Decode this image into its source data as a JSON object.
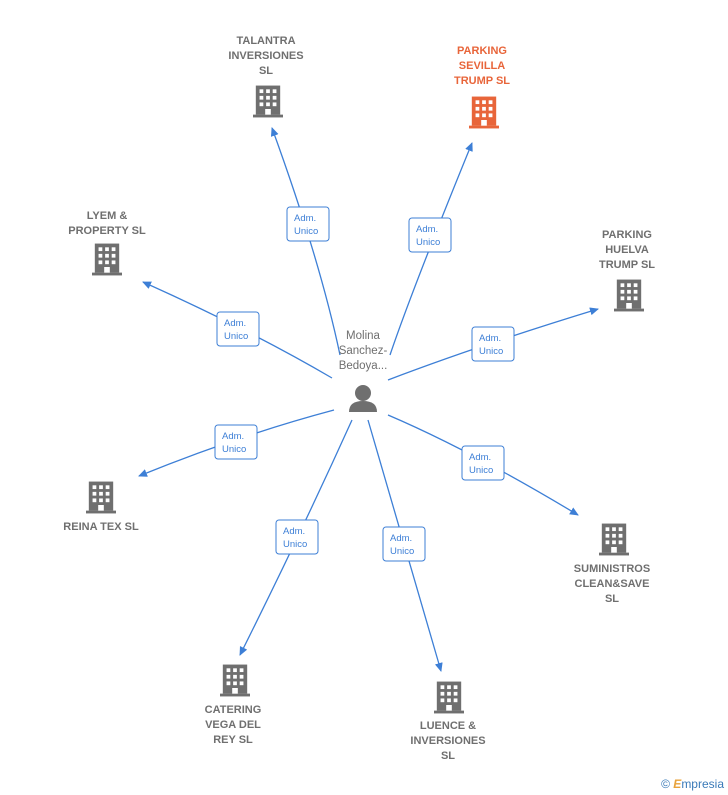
{
  "center": {
    "label": "Molina\nSanchez-\nBedoya..."
  },
  "edge_label_line1": "Adm.",
  "edge_label_line2": "Unico",
  "colors": {
    "edge": "#3d7fd6",
    "building": "#6f6f6f",
    "highlight": "#e8653a"
  },
  "companies": [
    {
      "key": "talantra",
      "label": "TALANTRA\nINVERSIONES\nSL",
      "highlight": false
    },
    {
      "key": "parking-sevilla",
      "label": "PARKING\nSEVILLA\nTRUMP  SL",
      "highlight": true
    },
    {
      "key": "lyem",
      "label": "LYEM &\nPROPERTY  SL",
      "highlight": false
    },
    {
      "key": "parking-huelva",
      "label": "PARKING\nHUELVA\nTRUMP  SL",
      "highlight": false
    },
    {
      "key": "reina-tex",
      "label": "REINA TEX  SL",
      "highlight": false
    },
    {
      "key": "suministros",
      "label": "SUMINISTROS\nCLEAN&SAVE\nSL",
      "highlight": false
    },
    {
      "key": "catering",
      "label": "CATERING\nVEGA DEL\nREY  SL",
      "highlight": false
    },
    {
      "key": "luence",
      "label": "LUENCE &\nINVERSIONES\nSL",
      "highlight": false
    }
  ],
  "watermark": {
    "symbol": "©",
    "brand_initial": "E",
    "brand_rest": "mpresia"
  }
}
